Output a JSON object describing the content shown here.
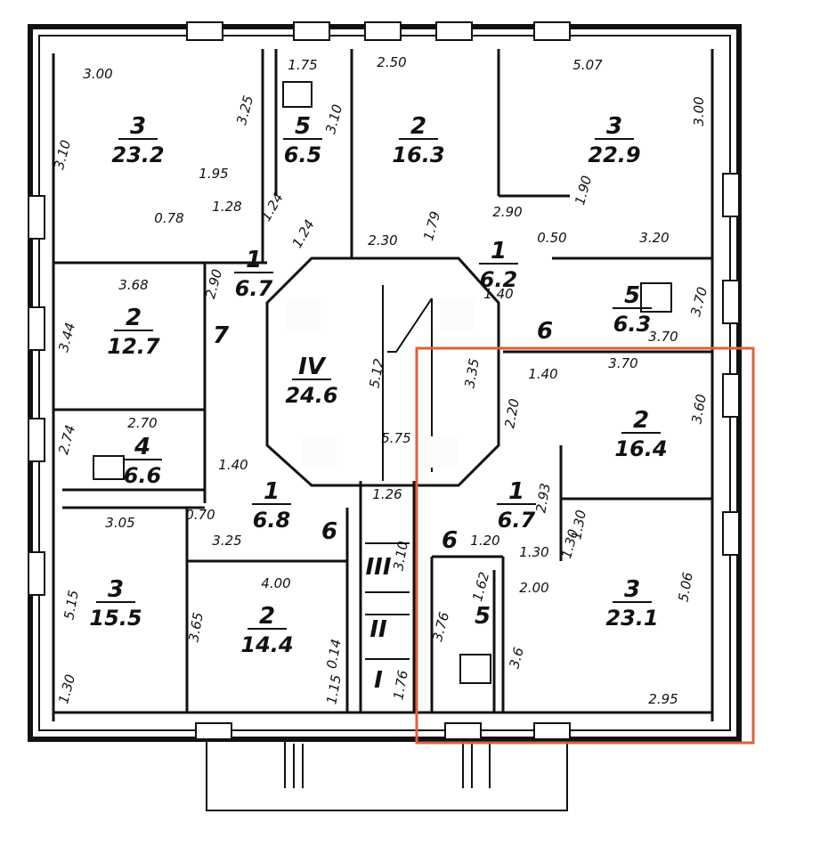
{
  "highlight_color": "#e0603a",
  "rooms": [
    {
      "id": "nw-3",
      "type": "3",
      "area": "23.2"
    },
    {
      "id": "n-5",
      "type": "5",
      "area": "6.5"
    },
    {
      "id": "n-2",
      "type": "2",
      "area": "16.3"
    },
    {
      "id": "ne-3",
      "type": "3",
      "area": "22.9"
    },
    {
      "id": "w-1",
      "type": "1",
      "area": "6.7"
    },
    {
      "id": "w-2",
      "type": "2",
      "area": "12.7"
    },
    {
      "id": "w-7",
      "type": "7",
      "area": ""
    },
    {
      "id": "center-iv",
      "type": "IV",
      "area": "24.6"
    },
    {
      "id": "ne-1",
      "type": "1",
      "area": "6.2"
    },
    {
      "id": "ne-5",
      "type": "5",
      "area": "6.3"
    },
    {
      "id": "ne-6",
      "type": "6",
      "area": ""
    },
    {
      "id": "w-4",
      "type": "4",
      "area": "6.6"
    },
    {
      "id": "sw-1",
      "type": "1",
      "area": "6.8"
    },
    {
      "id": "se-2",
      "type": "2",
      "area": "16.4"
    },
    {
      "id": "se-1",
      "type": "1",
      "area": "6.7"
    },
    {
      "id": "sw-3",
      "type": "3",
      "area": "15.5"
    },
    {
      "id": "s-2",
      "type": "2",
      "area": "14.4"
    },
    {
      "id": "s-6",
      "type": "6",
      "area": ""
    },
    {
      "id": "se-3",
      "type": "3",
      "area": "23.1"
    },
    {
      "id": "se-5",
      "type": "5",
      "area": ""
    },
    {
      "id": "se-6",
      "type": "6",
      "area": ""
    },
    {
      "id": "stair-III",
      "type": "III",
      "area": ""
    },
    {
      "id": "stair-II",
      "type": "II",
      "area": ""
    },
    {
      "id": "stair-I",
      "type": "I",
      "area": ""
    }
  ],
  "dims": [
    "3.00",
    "1.75",
    "2.50",
    "5.07",
    "3.10",
    "3.25",
    "3.10",
    "3.00",
    "1.95",
    "1.24",
    "0.78",
    "1.28",
    "1.24",
    "2.30",
    "1.79",
    "2.90",
    "1.90",
    "0.50",
    "3.20",
    "3.68",
    "2.90",
    "1.40",
    "3.70",
    "3.44",
    "3.70",
    "5.12",
    "3.35",
    "1.40",
    "2.20",
    "3.70",
    "3.60",
    "2.74",
    "2.70",
    "5.75",
    "1.40",
    "3.05",
    "0.70",
    "3.25",
    "1.26",
    "2.93",
    "1.30",
    "4.00",
    "3.10",
    "1.20",
    "1.30",
    "5.15",
    "3.65",
    "1.62",
    "2.00",
    "5.06",
    "1.30",
    "0.14",
    "1.15",
    "1.76",
    "3.76",
    "3.6",
    "2.95",
    "1.30"
  ]
}
